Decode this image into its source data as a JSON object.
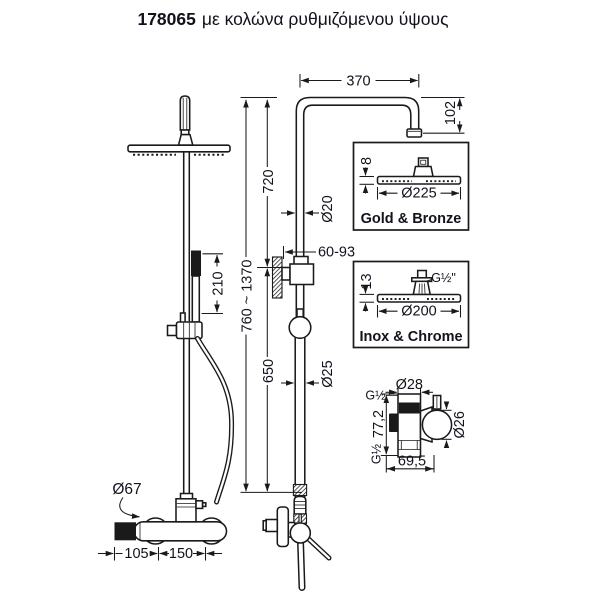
{
  "title": {
    "code": "178065",
    "description": "με κολώνα ρυθμιζόμενου ύψους"
  },
  "colors": {
    "ink": "#12121c",
    "line": "#1a1a1a",
    "background": "#ffffff"
  },
  "front_view": {
    "handshower_length": "210",
    "escutcheon_diameter": "Ø67",
    "spacing_left": "105",
    "spacing_right": "150"
  },
  "side_view": {
    "arm_reach": "370",
    "arm_drop": "102",
    "upper_column": "720",
    "pipe_upper_diameter": "Ø20",
    "wall_distance": "60-93",
    "adjustable_height": "760 ~ 1370",
    "lower_column": "650",
    "pipe_lower_diameter": "Ø25"
  },
  "head_variants": [
    {
      "label": "Gold & Bronze",
      "thickness": "8",
      "diameter": "Ø225"
    },
    {
      "label": "Inox & Chrome",
      "thickness": "13",
      "thread": "G½\"",
      "diameter": "Ø200"
    }
  ],
  "holder_detail": {
    "top_diameter": "Ø28",
    "top_thread": "G½",
    "height": "77,2",
    "holder_diameter": "Ø26",
    "bottom_thread": "G½",
    "depth": "69,5"
  }
}
